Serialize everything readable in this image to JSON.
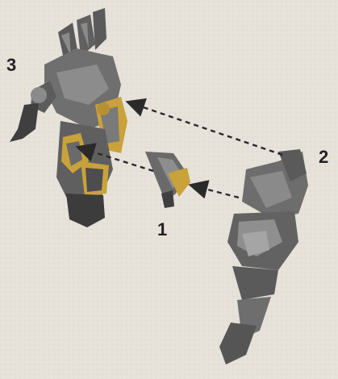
{
  "diagram": {
    "labels": {
      "part_1": "1",
      "part_2": "2",
      "part_3": "3"
    },
    "colors": {
      "background": "#e6e2da",
      "part_gray": "#6f6f6f",
      "part_dark": "#3f3f3f",
      "part_light": "#a9a9a9",
      "trim_gold": "#c9a23a",
      "arrow": "#2a2a2a"
    }
  }
}
